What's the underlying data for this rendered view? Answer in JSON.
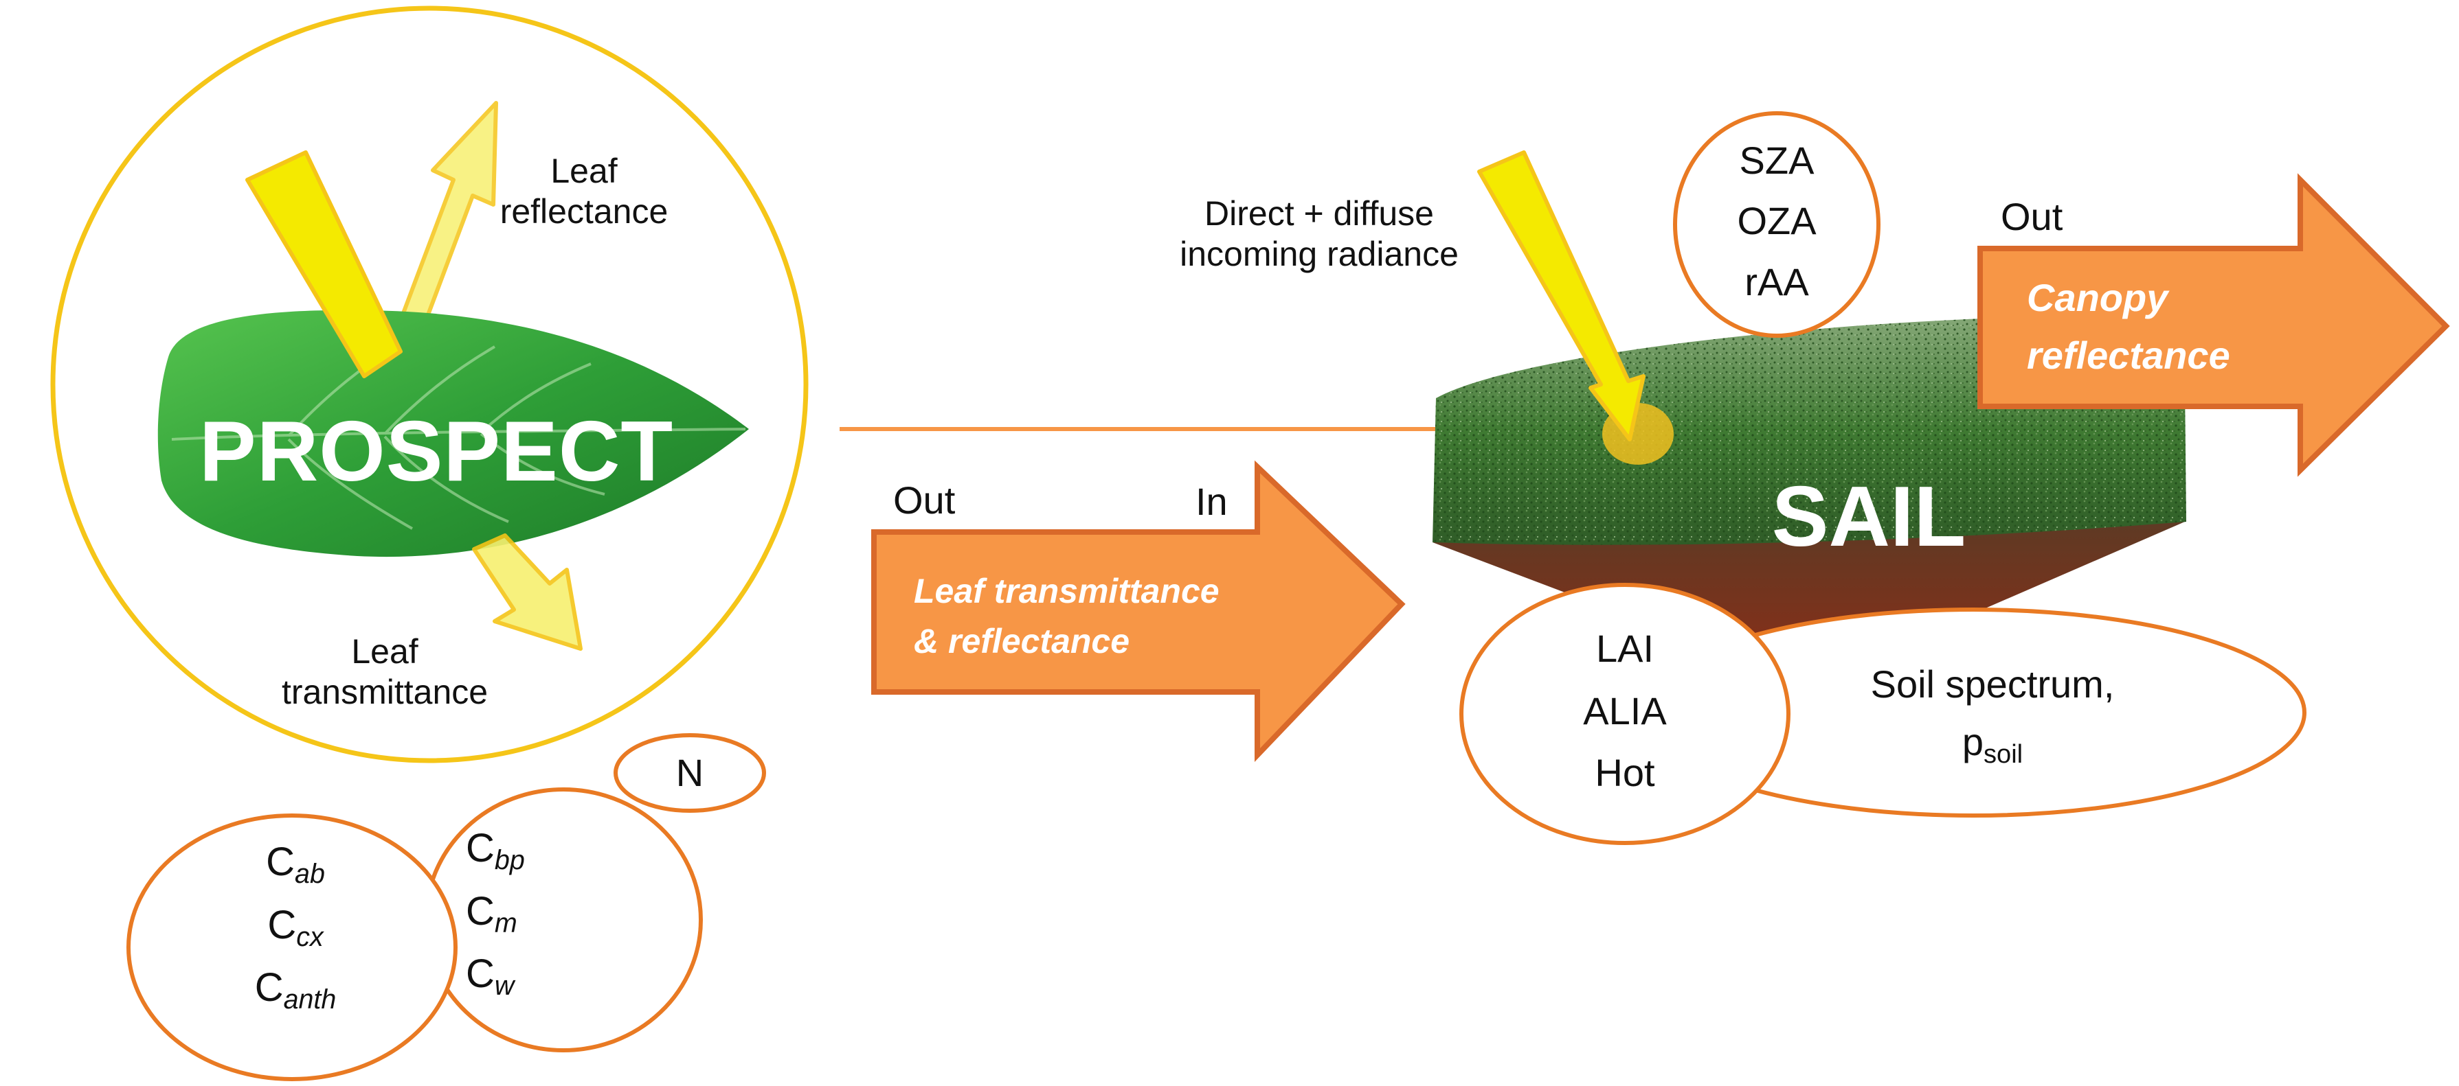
{
  "diagram": {
    "prospect": {
      "title": "PROSPECT",
      "leaf_reflectance": [
        "Leaf",
        "reflectance"
      ],
      "leaf_transmittance": [
        "Leaf",
        "transmittance"
      ],
      "n_param": "N",
      "pigments": [
        {
          "base": "C",
          "sub": "ab"
        },
        {
          "base": "C",
          "sub": "cx"
        },
        {
          "base": "C",
          "sub": "anth"
        }
      ],
      "other_params": [
        {
          "base": "C",
          "sub": "bp"
        },
        {
          "base": "C",
          "sub": "m"
        },
        {
          "base": "C",
          "sub": "w"
        }
      ]
    },
    "middle_arrow": {
      "out_label": "Out",
      "in_label": "In",
      "text": [
        "Leaf transmittance",
        "& reflectance"
      ]
    },
    "sail": {
      "title": "SAIL",
      "incoming": [
        "Direct + diffuse",
        "incoming radiance"
      ],
      "angles": [
        "SZA",
        "OZA",
        "rAA"
      ],
      "canopy_params": [
        "LAI",
        "ALIA",
        "Hot"
      ],
      "soil": {
        "line1": "Soil spectrum,",
        "base": "p",
        "sub": "soil"
      }
    },
    "output_arrow": {
      "out_label": "Out",
      "text": [
        "Canopy",
        "reflectance"
      ]
    },
    "colors": {
      "prospect_circle": "#f5c518",
      "orange_stroke": "#e97a23",
      "orange_fill": "#f79646",
      "orange_arrow_stroke": "#d9692a",
      "yellow_beam": "#f4ea00",
      "leaf_green": "#2e9e37",
      "canopy_green": "#3f7a32",
      "soil_brown": "#7a3a1e"
    }
  }
}
